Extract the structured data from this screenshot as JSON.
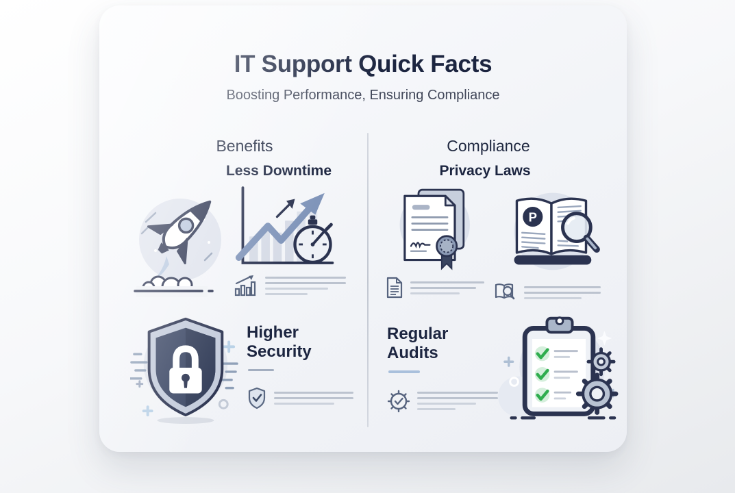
{
  "poster": {
    "title": "IT Support Quick Facts",
    "subtitle": "Boosting Performance, Ensuring Compliance"
  },
  "columns": [
    {
      "header": "Benefits",
      "items": [
        {
          "title": "Less Downtime",
          "icons": [
            "rocket-icon",
            "growth-chart-stopwatch-icon",
            "mini-bar-chart-icon"
          ]
        },
        {
          "title": "Higher Security",
          "icons": [
            "shield-lock-icon",
            "mini-shield-check-icon"
          ]
        }
      ]
    },
    {
      "header": "Compliance",
      "items": [
        {
          "title": "Privacy Laws",
          "badge_letter": "P",
          "icons": [
            "certificate-icon",
            "privacy-handbook-magnifier-icon",
            "mini-document-icon",
            "mini-book-magnifier-icon"
          ]
        },
        {
          "title": "Regular Audits",
          "icons": [
            "audit-checklist-gears-icon",
            "mini-gear-check-icon"
          ]
        }
      ]
    }
  ],
  "colors": {
    "navy": "#2b3350",
    "steel_blue": "#8095ba",
    "light_blue_gray": "#dfe3ed",
    "check_green": "#2fad4e",
    "title_text": "#1c2540",
    "subtitle_text": "#42485a"
  }
}
